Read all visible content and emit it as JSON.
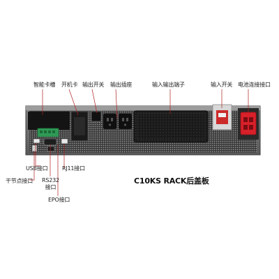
{
  "labels": {
    "smart_card_slot": "智能卡槽",
    "boot_card": "开机卡",
    "output_switch": "输出开关",
    "output_socket": "输出插座",
    "io_terminal": "输入输出端子",
    "input_switch": "输入开关",
    "battery_terminal": "电池连接接口",
    "usb_port": "USB接口",
    "rj11_port": "RJ11接口",
    "dry_contact_port": "干节点接口",
    "rs232_line1": "RS232",
    "rs232_line2": "接口",
    "epo_port": "EPO接口"
  },
  "caption": "C10KS RACK后盖板",
  "colors": {
    "panel": "#4a4a4a",
    "panel_dark": "#1c1c1c",
    "green_terminal": "#2f9a55",
    "red_connector": "#d8202a",
    "leader_line": "#b02020"
  }
}
